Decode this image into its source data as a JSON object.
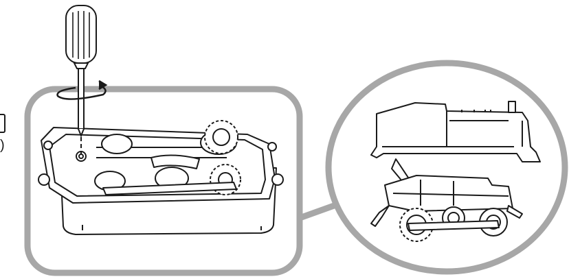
{
  "figure": {
    "edge_fragment_paren": ")",
    "colors": {
      "frame_gray": "#a7a7a7",
      "line_black": "#1a1a1a",
      "background": "#ffffff"
    },
    "icons": [
      "screwdriver-icon",
      "rotation-arrow-icon",
      "chassis-illustration",
      "locomotive-body-illustration",
      "locomotive-chassis-illustration"
    ]
  }
}
